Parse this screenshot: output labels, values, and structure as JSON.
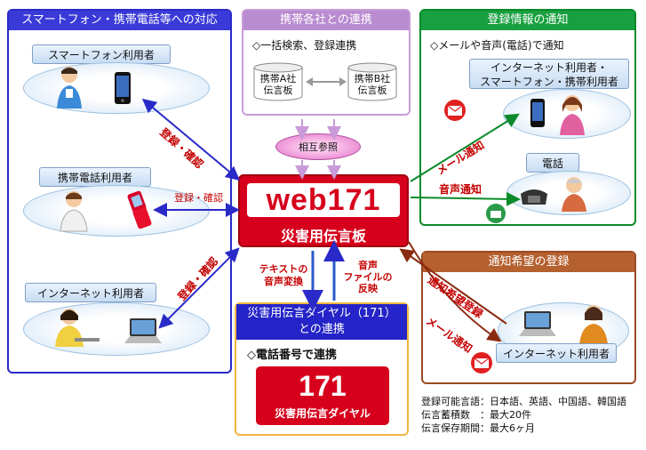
{
  "left_panel": {
    "title": "スマートフォン・携帯電話等への対応",
    "smartphone_user": "スマートフォン利用者",
    "mobile_user": "携帯電話利用者",
    "internet_user": "インターネット利用者"
  },
  "top_panel": {
    "title": "携帯各社との連携",
    "subtitle": "◇一括検索、登録連携",
    "db_a": "携帯A社\n伝言板",
    "db_b": "携帯B社\n伝言板",
    "mutual": "相互参照"
  },
  "right_top_panel": {
    "title": "登録情報の通知",
    "subtitle": "◇メールや音声(電話)で通知",
    "internet_smart_user": "インターネット利用者・\nスマートフォン・携帯利用者",
    "phone": "電話"
  },
  "right_bottom_panel": {
    "title": "通知希望の登録",
    "internet_user": "インターネット利用者"
  },
  "center": {
    "brand": "web171",
    "subtitle": "災害用伝言板"
  },
  "bottom_panel": {
    "title": "災害用伝言ダイヤル（171）\nとの連携",
    "subtitle": "◇電話番号で連携",
    "brand": "171",
    "brand_sub": "災害用伝言ダイヤル"
  },
  "arrows": {
    "reg_confirm_1": "登録・確認",
    "reg_confirm_2": "登録・確認",
    "reg_confirm_3": "登録・確認",
    "mail_notice": "メール通知",
    "voice_notice": "音声通知",
    "notice_reg": "通知希望登録",
    "mail_notice_2": "メール通知",
    "text_to_voice": "テキストの\n音声変換",
    "voice_file": "音声\nファイルの\n反映"
  },
  "footer": {
    "lines": [
      "登録可能言語：日本語、英語、中国語、韓国語",
      "伝言蓄積数　：最大20件",
      "伝言保存期間：最大6ヶ月"
    ]
  },
  "colors": {
    "left": "#2a2ac8",
    "top": "#c89bd8",
    "green": "#0a8a2a",
    "brown": "#9a4a24",
    "orange": "#f0b640",
    "red": "#d6001c"
  }
}
